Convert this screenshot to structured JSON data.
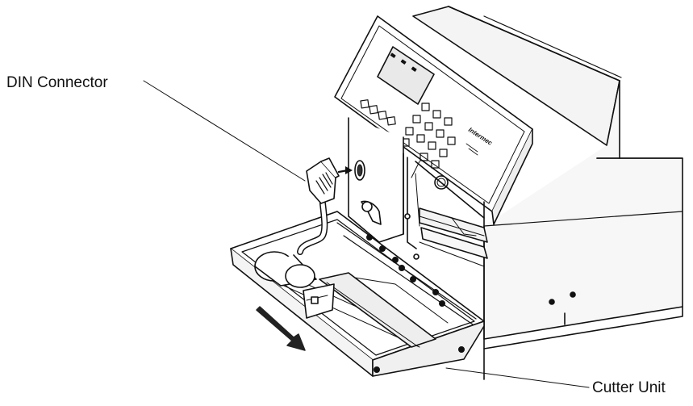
{
  "labels": {
    "din_connector": "DIN Connector",
    "cutter_unit": "Cutter Unit"
  },
  "printer": {
    "brand": "Intermec"
  },
  "colors": {
    "ink": "#111111",
    "body_shade": "#f2f2f2",
    "lcd_shade": "#e9e9e9",
    "panel_fill": "#ffffff",
    "arrow": "#222222"
  },
  "icons": {
    "direction_arrow": "thick-arrow-down-left",
    "connector_arrow": "small-arrow-right"
  }
}
